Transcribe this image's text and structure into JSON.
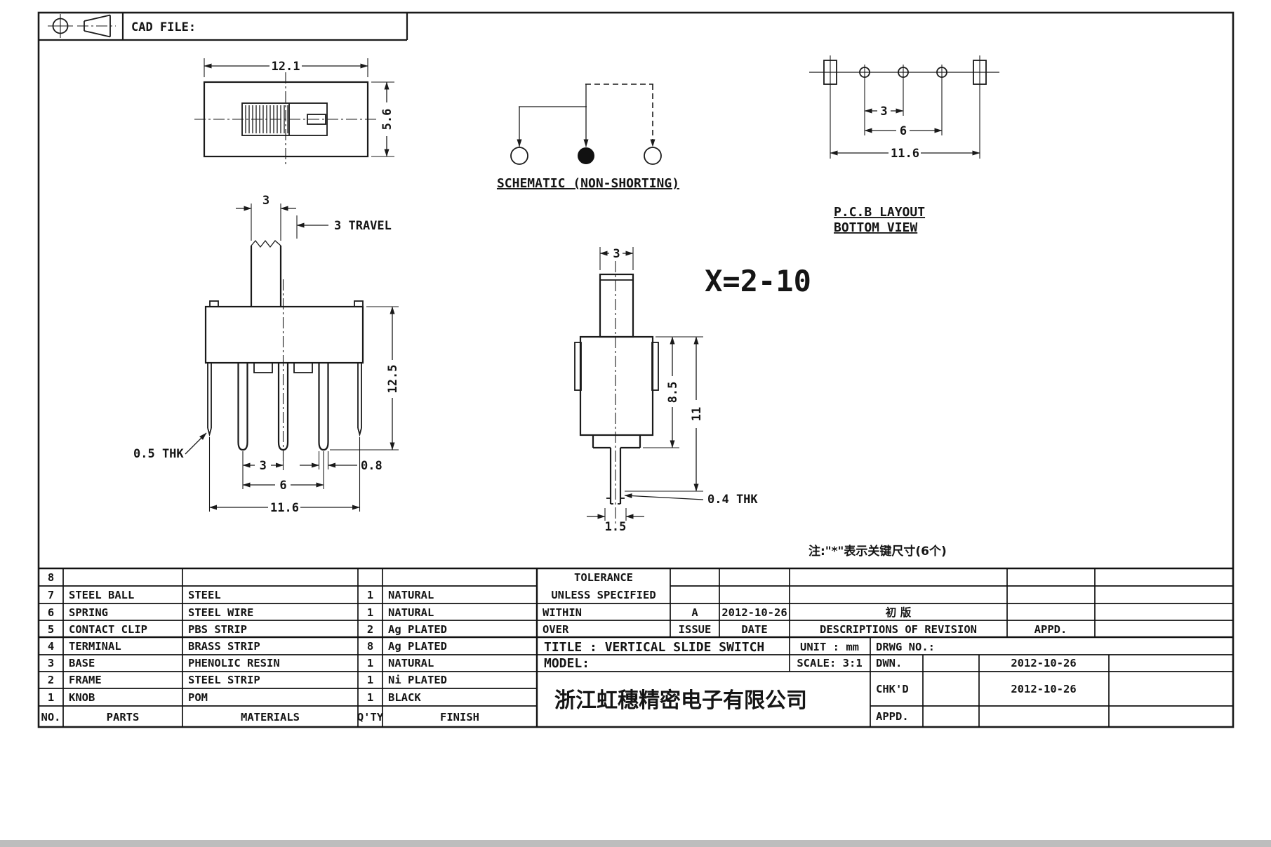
{
  "header": {
    "cad_file": "CAD FILE:"
  },
  "top_view": {
    "dim_width": "12.1",
    "dim_height": "5.6"
  },
  "schematic": {
    "label": "SCHEMATIC (NON-SHORTING)"
  },
  "pcb": {
    "title1": "P.C.B LAYOUT",
    "title2": "BOTTOM VIEW",
    "dim_pitch": "3",
    "dim_span": "6",
    "dim_overall": "11.6"
  },
  "front_view": {
    "dim_knob_width": "3",
    "travel_label": "3 TRAVEL",
    "dim_height": "12.5",
    "thk_label": "0.5 THK",
    "dim_pin_pitch": "3",
    "dim_pin_span": "6",
    "dim_pin_width": "0.8",
    "dim_overall_width": "11.6"
  },
  "side_view": {
    "dim_knob": "3",
    "dim_body_height": "8.5",
    "dim_overall_height": "11",
    "thk_label": "0.4 THK",
    "dim_pin": "1.5",
    "x_range_label": "X=2-10"
  },
  "note": "注:\"*\"表示关键尺寸(6个)",
  "parts_table": {
    "header": {
      "no": "NO.",
      "parts": "PARTS",
      "materials": "MATERIALS",
      "qty": "Q'TY",
      "finish": "FINISH"
    },
    "rows": [
      {
        "no": "8",
        "parts": "",
        "materials": "",
        "qty": "",
        "finish": ""
      },
      {
        "no": "7",
        "parts": "STEEL BALL",
        "materials": "STEEL",
        "qty": "1",
        "finish": "NATURAL"
      },
      {
        "no": "6",
        "parts": "SPRING",
        "materials": "STEEL WIRE",
        "qty": "1",
        "finish": "NATURAL"
      },
      {
        "no": "5",
        "parts": "CONTACT CLIP",
        "materials": "PBS STRIP",
        "qty": "2",
        "finish": "Ag PLATED"
      },
      {
        "no": "4",
        "parts": "TERMINAL",
        "materials": "BRASS STRIP",
        "qty": "8",
        "finish": "Ag PLATED"
      },
      {
        "no": "3",
        "parts": "BASE",
        "materials": "PHENOLIC RESIN",
        "qty": "1",
        "finish": "NATURAL"
      },
      {
        "no": "2",
        "parts": "FRAME",
        "materials": "STEEL STRIP",
        "qty": "1",
        "finish": "Ni PLATED"
      },
      {
        "no": "1",
        "parts": "KNOB",
        "materials": "POM",
        "qty": "1",
        "finish": "BLACK"
      }
    ]
  },
  "title_block": {
    "tolerance1": "TOLERANCE",
    "tolerance2": "UNLESS  SPECIFIED",
    "within": "WITHIN",
    "over": "OVER",
    "issue_value": "A",
    "issue_date": "2012-10-26",
    "revision_desc": "初  版",
    "issue_label": "ISSUE",
    "date_label": "DATE",
    "descriptions_label": "DESCRIPTIONS OF REVISION",
    "appd_header": "APPD.",
    "title": "TITLE :   VERTICAL SLIDE SWITCH",
    "unit": "UNIT :  mm",
    "drwg_no": "DRWG NO.:",
    "model": "MODEL:",
    "scale": "SCALE:  3:1",
    "dwn_label": "DWN.",
    "dwn_date": "2012-10-26",
    "chkd_label": "CHK'D",
    "chkd_date": "2012-10-26",
    "appd_label": "APPD.",
    "company": "浙江虹穗精密电子有限公司"
  }
}
